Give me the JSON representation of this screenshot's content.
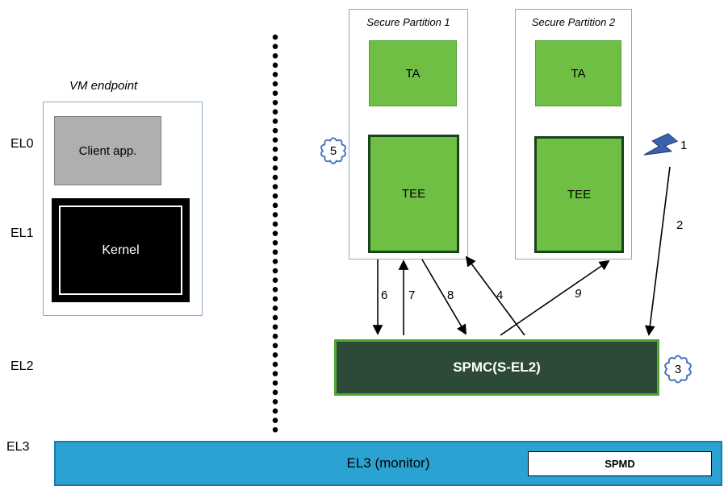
{
  "exception_levels": {
    "el0": "EL0",
    "el1": "EL1",
    "el2": "EL2",
    "el3": "EL3"
  },
  "vm_endpoint": {
    "title": "VM endpoint",
    "client_app_label": "Client app.",
    "kernel_label": "Kernel"
  },
  "partitions": [
    {
      "title": "Secure Partition 1",
      "ta_label": "TA",
      "tee_label": "TEE"
    },
    {
      "title": "Secure Partition 2",
      "ta_label": "TA",
      "tee_label": "TEE"
    }
  ],
  "spmc": {
    "label": "SPMC(S-EL2)"
  },
  "monitor": {
    "label": "EL3 (monitor)",
    "spmd_label": "SPMD"
  },
  "numbers": {
    "n1": "1",
    "n2": "2",
    "n3": "3",
    "n4": "4",
    "n5": "5",
    "n6": "6",
    "n7": "7",
    "n8": "8",
    "n9": "9"
  },
  "colors": {
    "green_fill": "#6FBF44",
    "tee_border": "#17431F",
    "spmc_fill": "#2D4A38",
    "spmc_border": "#4EA72E",
    "el3_bar_fill": "#2AA3D2",
    "client_app_gray": "#AFAFAF",
    "partition_border": "#8EAACB",
    "cloud_blue": "#4472C4",
    "lightning_blue": "#3A62AD"
  }
}
